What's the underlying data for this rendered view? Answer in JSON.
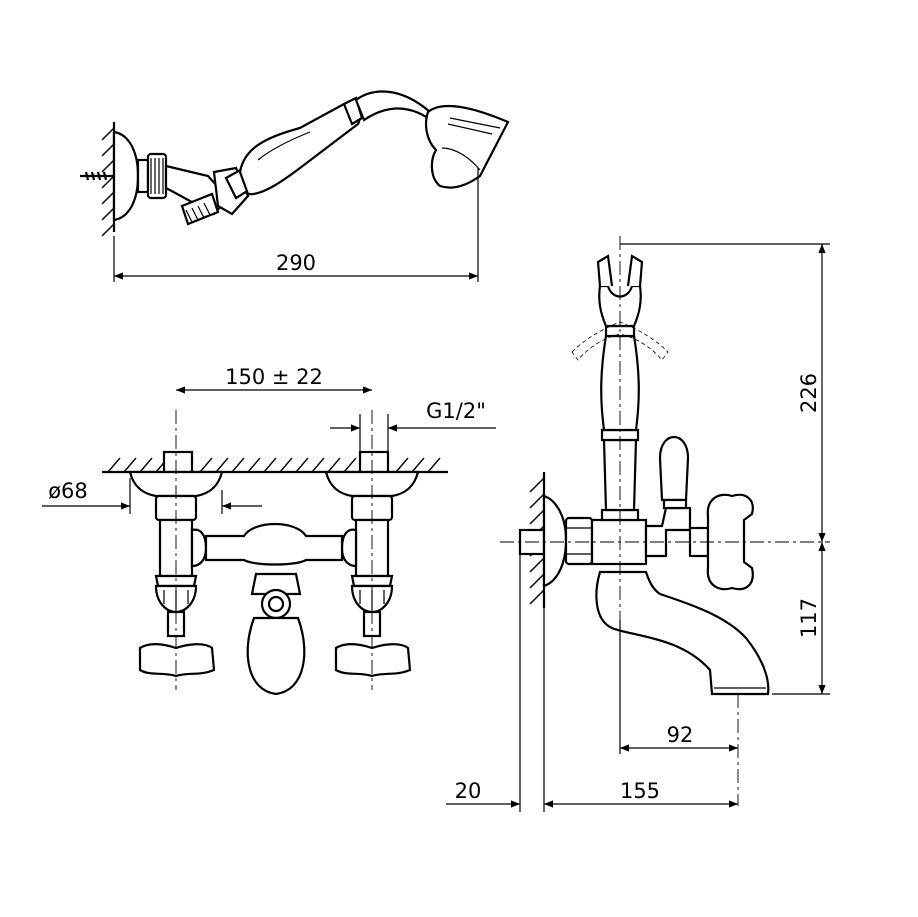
{
  "dimensions": {
    "shower_length": "290",
    "wall_spacing": "150 ± 22",
    "thread": "G1/2\"",
    "flange_diameter": "ø68",
    "shower_height": "226",
    "spout_height": "117",
    "spout_projection": "92",
    "wall_offset": "20",
    "total_projection": "155"
  }
}
